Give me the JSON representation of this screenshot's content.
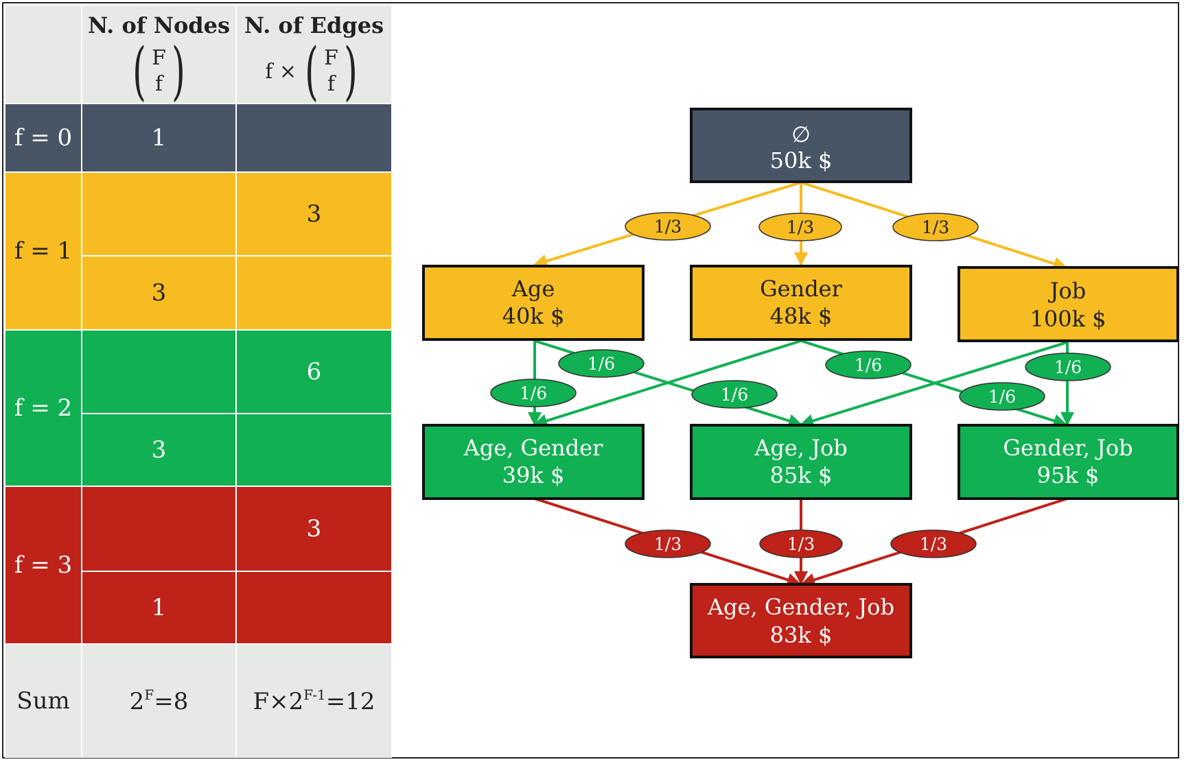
{
  "table": {
    "header": {
      "nodes_title": "N. of Nodes",
      "nodes_top": "F",
      "nodes_bottom": "f",
      "edges_title": "N. of Edges",
      "edges_prefix": "f ×",
      "edges_top": "F",
      "edges_bottom": "f"
    },
    "rows": {
      "f0": {
        "label": "f = 0",
        "nodes": "1",
        "edges": ""
      },
      "f1": {
        "label": "f = 1",
        "nodes": "3",
        "edges": "3"
      },
      "f2": {
        "label": "f = 2",
        "nodes": "3",
        "edges": "6"
      },
      "f3": {
        "label": "f = 3",
        "nodes": "1",
        "edges": "3"
      }
    },
    "sum": {
      "label": "Sum",
      "nodes_base": "2",
      "nodes_exp": "F",
      "nodes_value": "=8",
      "edges_prefix": "F×2",
      "edges_exp": "F-1",
      "edges_value": "=12"
    }
  },
  "colors": {
    "f0": "#485567",
    "f1": "#f6bc21",
    "f2": "#11b053",
    "f3": "#be2219",
    "header_bg": "#e7e9e7"
  },
  "diagram": {
    "nodes": {
      "empty": {
        "symbol": "∅",
        "value": "50k $"
      },
      "age": {
        "name": "Age",
        "value": "40k $"
      },
      "gender": {
        "name": "Gender",
        "value": "48k $"
      },
      "job": {
        "name": "Job",
        "value": "100k $"
      },
      "age_gender": {
        "name": "Age, Gender",
        "value": "39k $"
      },
      "age_job": {
        "name": "Age, Job",
        "value": "85k $"
      },
      "gender_job": {
        "name": "Gender, Job",
        "value": "95k $"
      },
      "all": {
        "name": "Age, Gender, Job",
        "value": "83k $"
      }
    },
    "edges": {
      "l0_to_l1": [
        "1/3",
        "1/3",
        "1/3"
      ],
      "l1_to_l2": [
        "1/6",
        "1/6",
        "1/6",
        "1/6",
        "1/6",
        "1/6"
      ],
      "l2_to_l3": [
        "1/3",
        "1/3",
        "1/3"
      ]
    }
  }
}
